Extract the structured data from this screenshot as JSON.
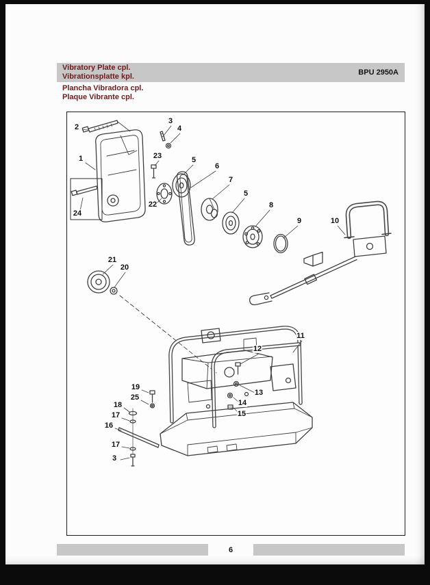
{
  "header": {
    "title_en": "Vibratory Plate cpl.",
    "title_de": "Vibrationsplatte kpl.",
    "title_es": "Plancha Vibradora cpl.",
    "title_fr": "Plaque Vibrante cpl.",
    "model": "BPU 2950A"
  },
  "diagram": {
    "callouts": [
      "2",
      "3",
      "4",
      "1",
      "23",
      "5",
      "6",
      "7",
      "22",
      "5",
      "8",
      "9",
      "10",
      "24",
      "21",
      "20",
      "11",
      "12",
      "19",
      "13",
      "25",
      "18",
      "14",
      "17",
      "15",
      "16",
      "17",
      "3"
    ]
  },
  "footer": {
    "page_number": "6"
  },
  "colors": {
    "band_gray": "#c7c7c7",
    "title_maroon": "#6e1c1c",
    "ink": "#141414",
    "drawing_line": "#3f3f3f"
  }
}
